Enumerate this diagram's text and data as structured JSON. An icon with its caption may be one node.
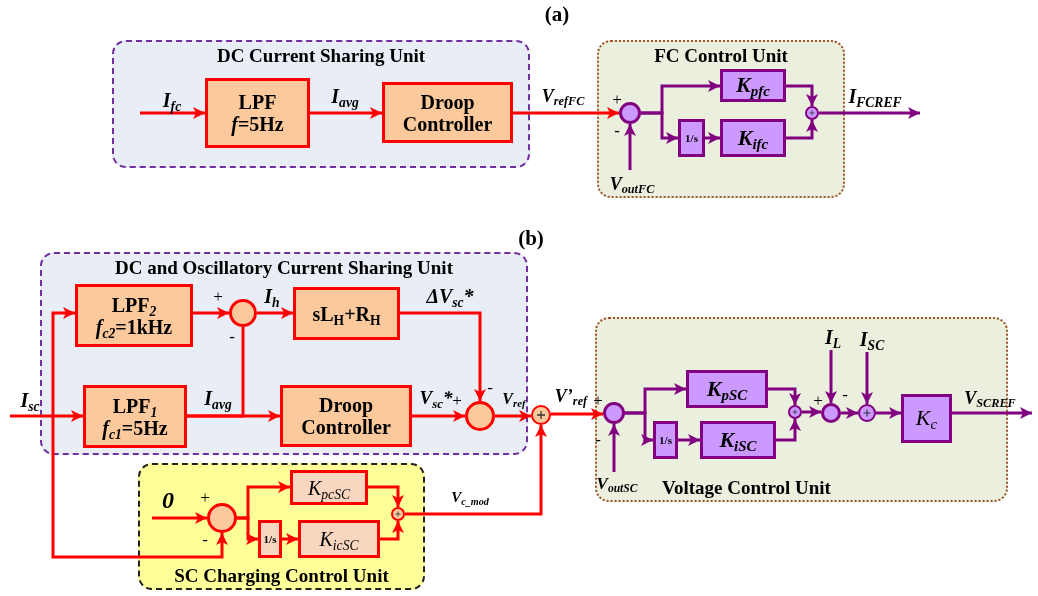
{
  "diagram": {
    "nodes": [
      {
        "text": [
          "DC Current Sharing Unit"
        ]
      },
      {
        "text": [
          "LPF *f*=5Hz"
        ],
        "in": 0
      },
      {
        "text": [
          "Droop Controller"
        ],
        "in": 0
      },
      {
        "text": [
          "FC Control Unit"
        ]
      },
      {
        "text": [],
        "shape": "circle",
        "in": 3
      },
      {
        "text": [
          "K$_{pfc}$"
        ],
        "in": 3
      },
      {
        "text": [
          "1/s"
        ],
        "in": 3
      },
      {
        "text": [
          "K$_{ifc}$"
        ],
        "in": 3
      },
      {
        "text": [],
        "shape": "circle",
        "in": 3
      },
      {
        "text": [
          "DC and Oscillatory Current Sharing Unit"
        ]
      },
      {
        "text": [
          "LPF$_{2}$ *f*$_{c2}$=1kHz"
        ],
        "in": 9
      },
      {
        "text": [],
        "shape": "circle",
        "in": 9
      },
      {
        "text": [
          "sL$_{H}$+R$_{H}$"
        ],
        "in": 9
      },
      {
        "text": [
          "LPF$_{1}$ *f*$_{c1}$=5Hz"
        ],
        "in": 9
      },
      {
        "text": [
          "Droop Controller"
        ],
        "in": 9
      },
      {
        "text": [],
        "shape": "circle",
        "in": 9
      },
      {
        "text": [],
        "shape": "circle"
      },
      {
        "text": [
          "Voltage Control Unit"
        ]
      },
      {
        "text": [],
        "shape": "circle",
        "in": 17
      },
      {
        "text": [
          "K$_{pSC}$"
        ],
        "in": 17
      },
      {
        "text": [
          "1/s"
        ],
        "in": 17
      },
      {
        "text": [
          "K$_{iSC}$"
        ],
        "in": 17
      },
      {
        "text": [],
        "shape": "circle",
        "in": 17
      },
      {
        "text": [],
        "shape": "circle",
        "in": 17
      },
      {
        "text": [],
        "shape": "circle",
        "in": 17
      },
      {
        "text": [
          "K$_{c}$"
        ],
        "in": 17
      },
      {
        "text": [
          "SC Charging Control Unit"
        ]
      },
      {
        "text": [],
        "shape": "circle",
        "in": 26
      },
      {
        "text": [
          "K$_{pcSC}$"
        ],
        "in": 26
      },
      {
        "text": [
          "1/s"
        ],
        "in": 26
      },
      {
        "text": [
          "K$_{icSC}$"
        ],
        "in": 26
      },
      {
        "text": [],
        "shape": "circle",
        "in": 26
      }
    ],
    "edges": [
      {
        "from": null,
        "to": 1,
        "arrow": "to",
        "label": "I$_{fc}$"
      },
      {
        "from": 1,
        "to": 2,
        "arrow": "to",
        "label": "I$_{avg}$"
      },
      {
        "from": 2,
        "to": 4,
        "arrow": "to",
        "label": "V$_{refFC}$"
      },
      {
        "from": null,
        "to": 4,
        "arrow": "to",
        "label": "V$_{outFC}$",
        "color": "#800080"
      },
      {
        "from": 4,
        "to": 5,
        "arrow": "to",
        "color": "#800080"
      },
      {
        "from": 4,
        "to": 6,
        "arrow": "to",
        "color": "#800080"
      },
      {
        "from": 6,
        "to": 7,
        "arrow": "to",
        "color": "#800080"
      },
      {
        "from": 5,
        "to": 8,
        "arrow": "to",
        "color": "#800080"
      },
      {
        "from": 7,
        "to": 8,
        "arrow": "to",
        "color": "#800080"
      },
      {
        "from": 8,
        "to": null,
        "arrow": "to",
        "label": "I$_{FCREF}$",
        "color": "#800080"
      },
      {
        "from": null,
        "to": 13,
        "arrow": "to",
        "label": "I$_{sc}$"
      },
      {
        "from": null,
        "to": 10,
        "arrow": "to"
      },
      {
        "from": null,
        "to": 27,
        "arrow": "to"
      },
      {
        "from": 10,
        "to": 11,
        "arrow": "to"
      },
      {
        "from": 13,
        "to": 14,
        "arrow": "to",
        "label": "I$_{avg}$"
      },
      {
        "from": 13,
        "to": 11,
        "arrow": "none"
      },
      {
        "from": 11,
        "to": 12,
        "arrow": "to",
        "label": "I$_{h}$"
      },
      {
        "from": 12,
        "to": 15,
        "arrow": "to",
        "label": "ΔV$_{sc}$*"
      },
      {
        "from": 14,
        "to": 15,
        "arrow": "to",
        "label": "V$_{sc}$*"
      },
      {
        "from": 15,
        "to": 16,
        "arrow": "to",
        "label": "V$_{ref}$"
      },
      {
        "from": 16,
        "to": 18,
        "arrow": "to",
        "label": "V’$_{ref}$"
      },
      {
        "from": 31,
        "to": 16,
        "arrow": "to",
        "label": "V$_{c_mod}$"
      },
      {
        "from": null,
        "to": 27,
        "arrow": "to",
        "label": "0"
      },
      {
        "from": 27,
        "to": 28,
        "arrow": "to"
      },
      {
        "from": 27,
        "to": 29,
        "arrow": "to"
      },
      {
        "from": 29,
        "to": 30,
        "arrow": "to"
      },
      {
        "from": 28,
        "to": 31,
        "arrow": "to"
      },
      {
        "from": 30,
        "to": 31,
        "arrow": "to"
      },
      {
        "from": null,
        "to": 18,
        "arrow": "to",
        "label": "V$_{outSC}$",
        "color": "#800080"
      },
      {
        "from": 18,
        "to": 19,
        "arrow": "to",
        "color": "#800080"
      },
      {
        "from": 18,
        "to": 20,
        "arrow": "to",
        "color": "#800080"
      },
      {
        "from": 20,
        "to": 21,
        "arrow": "to",
        "color": "#800080"
      },
      {
        "from": 19,
        "to": 22,
        "arrow": "to",
        "color": "#800080"
      },
      {
        "from": 21,
        "to": 22,
        "arrow": "to",
        "color": "#800080"
      },
      {
        "from": 22,
        "to": 23,
        "arrow": "to",
        "color": "#800080"
      },
      {
        "from": null,
        "to": 23,
        "arrow": "to",
        "label": "I$_{L}$",
        "color": "#800080"
      },
      {
        "from": 23,
        "to": 24,
        "arrow": "to",
        "color": "#800080"
      },
      {
        "from": null,
        "to": 24,
        "arrow": "to",
        "label": "I$_{SC}$",
        "color": "#800080"
      },
      {
        "from": 24,
        "to": 25,
        "arrow": "to",
        "color": "#800080"
      },
      {
        "from": 25,
        "to": null,
        "arrow": "to",
        "label": "V$_{SCREF}$",
        "color": "#800080"
      }
    ],
    "labels": [
      "(a)",
      "+",
      "-",
      "(b)",
      "+",
      "-",
      "+",
      "-",
      "+",
      "-",
      "+",
      "-",
      "+",
      "-"
    ]
  }
}
